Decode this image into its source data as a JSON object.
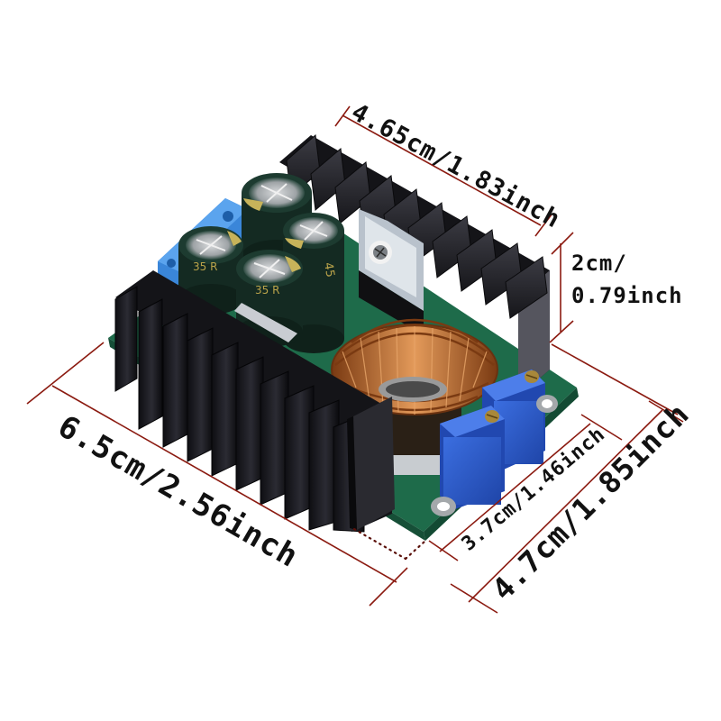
{
  "product": {
    "name": "DC-DC step-down buck converter module",
    "components": [
      "heatsink-rear",
      "heatsink-front",
      "electrolytic-capacitors",
      "toroidal-inductor",
      "trimmer-potentiometers",
      "blue-terminal",
      "pcb",
      "mounting-holes",
      "power-transistor"
    ]
  },
  "dimensions": {
    "top_length": "4.65cm/1.83inch",
    "height_line1": "2cm/",
    "height_line2": "0.79inch",
    "left_length": "6.5cm/2.56inch",
    "pcb_width": "3.7cm/1.46inch",
    "total_width": "4.7cm/1.85inch"
  },
  "colors": {
    "background": "#ffffff",
    "dimension_line": "#8b1a10",
    "label_text": "#111111",
    "heatsink": "#1b1b1f",
    "heatsink_highlight": "#4a4a52",
    "pcb": "#1e6b4a",
    "inductor_copper": "#c5763a",
    "trimmer_blue": "#2a55c8",
    "terminal_blue": "#3a86d9",
    "capacitor_body": "#142a22"
  }
}
